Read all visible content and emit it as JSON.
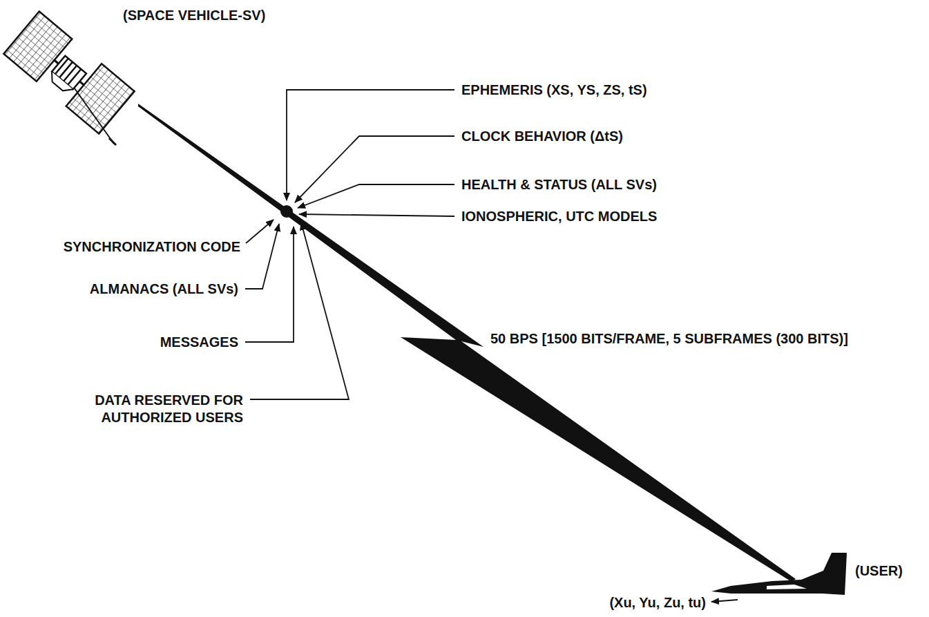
{
  "diagram": {
    "labels": [
      "(SPACE VEHICLE-SV)",
      "EPHEMERIS (XS, YS, ZS, tS)",
      "CLOCK BEHAVIOR (ΔtS)",
      "HEALTH & STATUS (ALL SVs)",
      "IONOSPHERIC, UTC MODELS",
      "SYNCHRONIZATION CODE",
      "ALMANACS (ALL SVs)",
      "MESSAGES",
      "DATA RESERVED FOR AUTHORIZED USERS",
      "50 BPS [1500 BITS/FRAME, 5 SUBFRAMES (300 BITS)]",
      "(USER)",
      "(Xu, Yu, Zu, tu)"
    ]
  }
}
